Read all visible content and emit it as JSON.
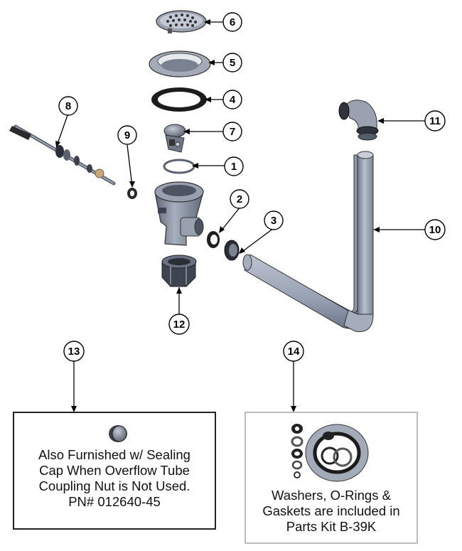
{
  "callouts": [
    "1",
    "2",
    "3",
    "4",
    "5",
    "6",
    "7",
    "8",
    "9",
    "10",
    "11",
    "12",
    "13",
    "14"
  ],
  "note13": {
    "lines": [
      "Also Furnished w/ Sealing",
      "Cap When Overflow Tube",
      "Coupling Nut is Not Used.",
      "PN# 012640-45"
    ]
  },
  "note14": {
    "lines": [
      "Washers, O-Rings &",
      "Gaskets are included in",
      "Parts Kit B-39K"
    ]
  },
  "colors": {
    "part_gray": "#8e97a6",
    "dark": "#2a2a2a",
    "tube": "#97a0b2"
  }
}
